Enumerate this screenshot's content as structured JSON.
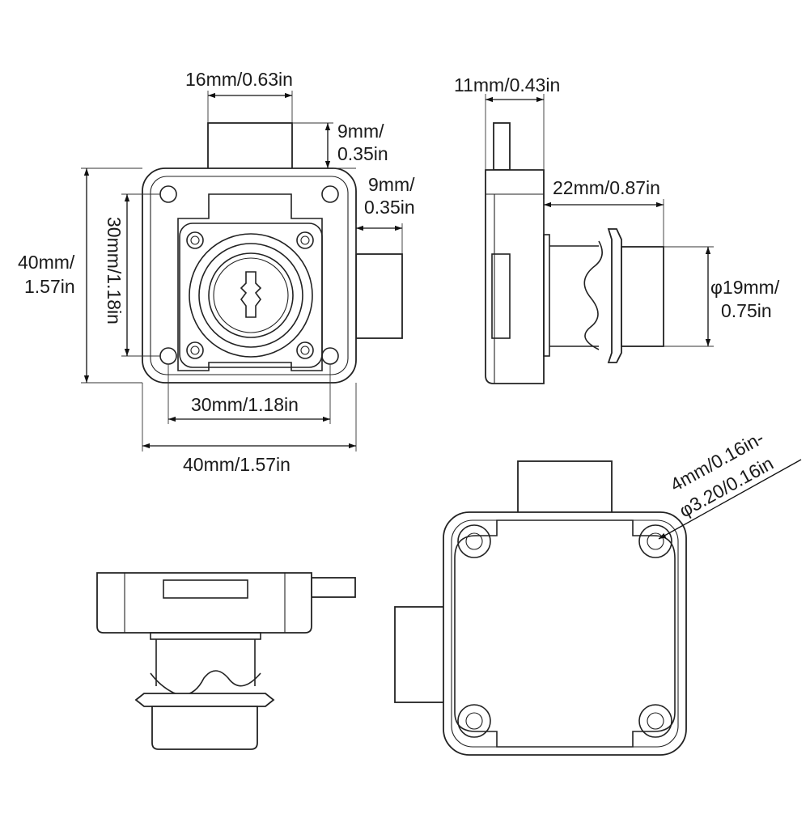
{
  "colors": {
    "line": "#222222",
    "background": "#ffffff"
  },
  "dimensions": {
    "front_bolt_width": "16mm/0.63in",
    "front_bolt_height_1": "9mm/",
    "front_bolt_height_2": "0.35in",
    "front_side_bolt_1": "9mm/",
    "front_side_bolt_2": "0.35in",
    "front_total_height_1": "40mm/",
    "front_total_height_2": "1.57in",
    "front_hole_spacing_v": "30mm/1.18in",
    "front_hole_spacing_h": "30mm/1.18in",
    "front_total_width": "40mm/1.57in",
    "side_body_depth": "11mm/0.43in",
    "side_cylinder_length": "22mm/0.87in",
    "side_cylinder_dia_1": "φ19mm/",
    "side_cylinder_dia_2": "0.75in",
    "back_hole_1": "4mm/0.16in-",
    "back_hole_2": "φ3.20/0.16in"
  }
}
